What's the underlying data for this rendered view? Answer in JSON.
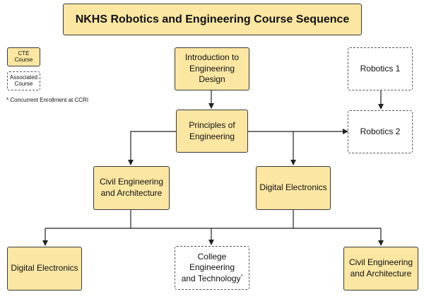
{
  "title": "NKHS Robotics and Engineering Course Sequence",
  "legend": {
    "cte_label_line1": "CTE",
    "cte_label_line2": "Course",
    "assoc_label_line1": "Associated",
    "assoc_label_line2": "Course",
    "note": "* Concurrent Enrollment at CCRI"
  },
  "nodes": {
    "intro": {
      "line1": "Introduction to",
      "line2": "Engineering Design"
    },
    "principles": {
      "line1": "Principles of",
      "line2": "Engineering"
    },
    "civil_mid": {
      "line1": "Civil Engineering",
      "line2": "and Architecture"
    },
    "digital_mid": {
      "line1": "Digital Electronics"
    },
    "robotics1": {
      "line1": "Robotics 1"
    },
    "robotics2": {
      "line1": "Robotics 2"
    },
    "digital_bottom": {
      "line1": "Digital Electronics"
    },
    "college": {
      "line1": "College Engineering",
      "line2": "and Technology",
      "mark": "*"
    },
    "civil_bottom": {
      "line1": "Civil Engineering",
      "line2": "and Architecture"
    }
  },
  "colors": {
    "cte_fill": "#fbe6a2",
    "border": "#3a3a3a",
    "dashed_border": "#555555",
    "connector": "#222222"
  }
}
